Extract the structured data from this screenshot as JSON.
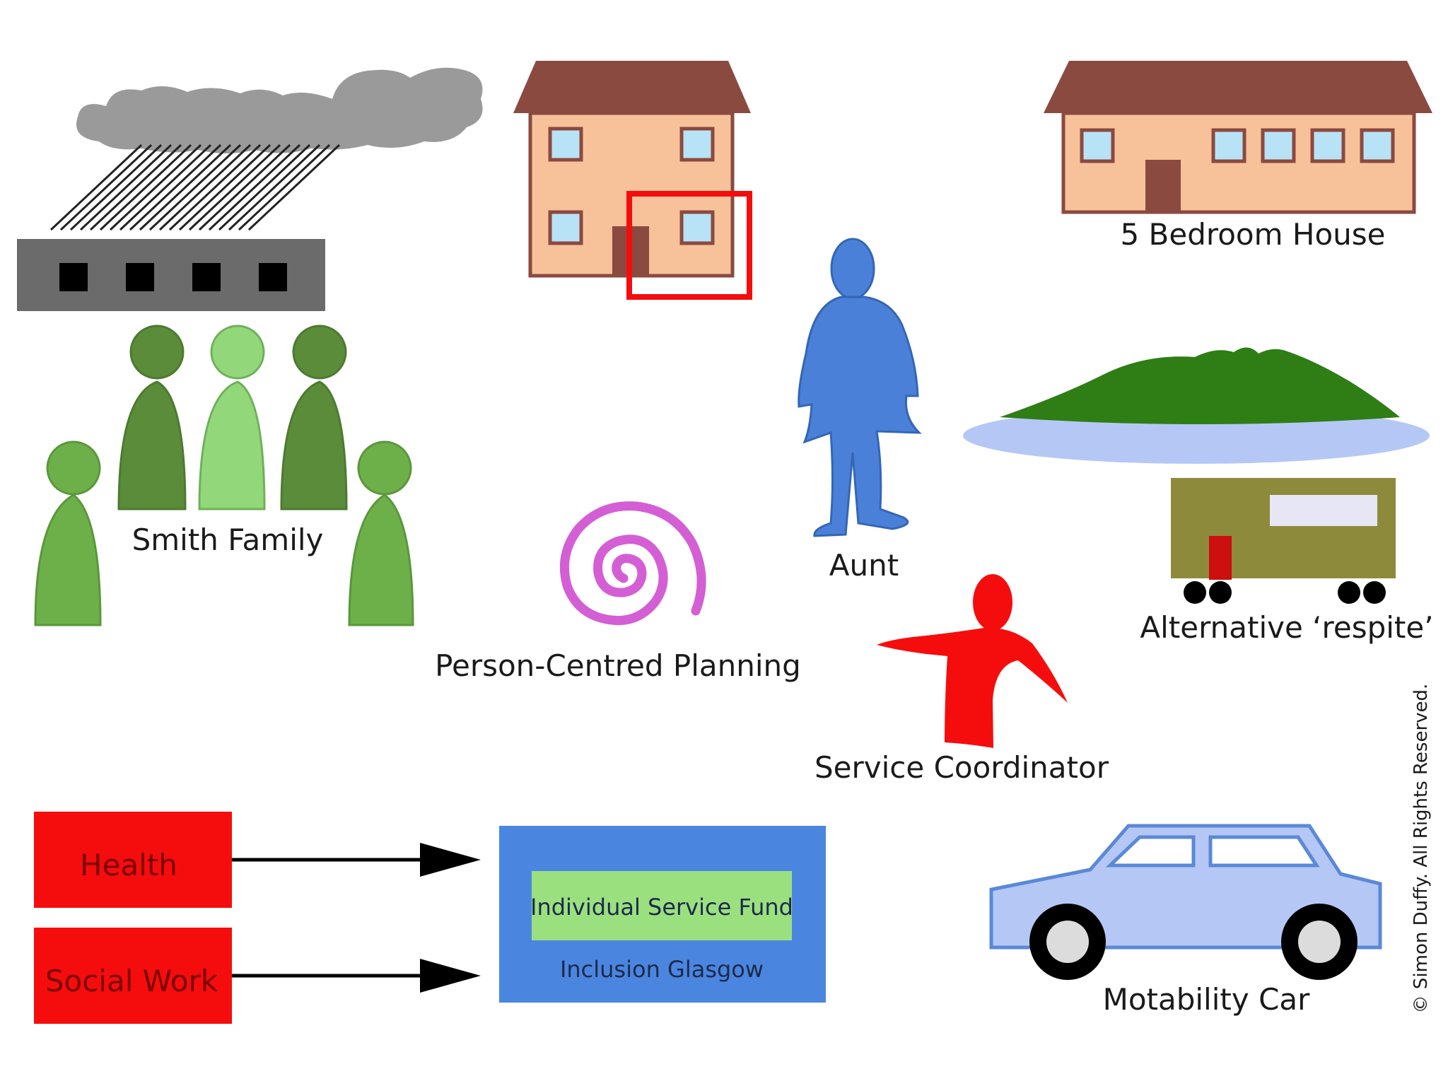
{
  "labels": {
    "smith_family": "Smith Family",
    "person_centred_planning": "Person-Centred Planning",
    "aunt": "Aunt",
    "five_bedroom_house": "5 Bedroom House",
    "alternative_respite": "Alternative ‘respite’",
    "service_coordinator": "Service Coordinator",
    "motability_car": "Motability Car",
    "copyright": "© Simon Duffy. All Rights Reserved."
  },
  "boxes": {
    "health": "Health",
    "social_work": "Social Work",
    "individual_service_fund": "Individual Service Fund",
    "inclusion_glasgow": "Inclusion Glasgow"
  },
  "colors": {
    "red": "#f50d0d",
    "blue_box": "#4a86e0",
    "green_box": "#9be07f",
    "house_wall": "#f7c29a",
    "house_roof": "#8b4a40",
    "window": "#b8e2f5",
    "aunt_blue": "#4a80d8",
    "spiral": "#d45fd4",
    "car": "#b5c8f5",
    "caravan": "#8e8a3c"
  }
}
